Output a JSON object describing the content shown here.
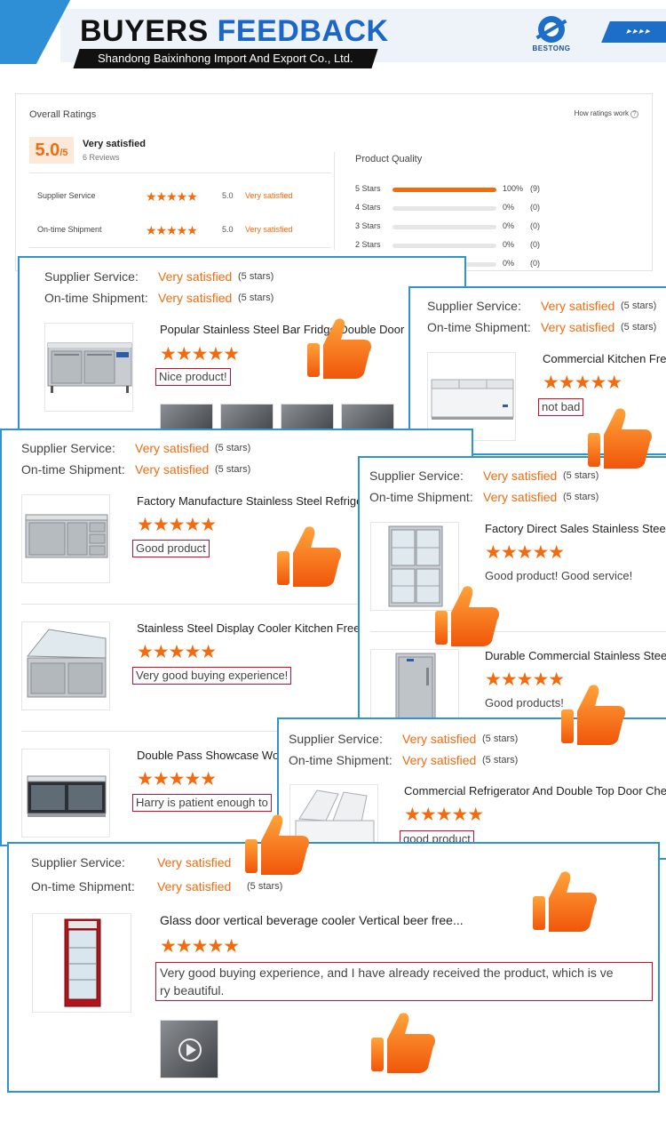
{
  "header": {
    "title_part1": "BUYERS",
    "title_part2": "FEEDBACK",
    "subtitle": "Shandong Baixinhong Import And Export Co., Ltd.",
    "logo_text": "BESTONG",
    "arrows": "▸▸▸▸"
  },
  "overview": {
    "title": "Overall Ratings",
    "how": "How ratings work",
    "score": "5.0",
    "score_max": "/5",
    "verdict": "Very satisfied",
    "reviews": "6 Reviews",
    "rows": [
      {
        "label": "Supplier Service",
        "stars": "★★★★★",
        "value": "5.0",
        "desc": "Very satisfied"
      },
      {
        "label": "On-time Shipment",
        "stars": "★★★★★",
        "value": "5.0",
        "desc": "Very satisfied"
      }
    ],
    "quality_title": "Product Quality",
    "bars": [
      {
        "label": "5 Stars",
        "pct": "100%",
        "count": "(9)",
        "fill": 1.0
      },
      {
        "label": "4 Stars",
        "pct": "0%",
        "count": "(0)",
        "fill": 0
      },
      {
        "label": "3 Stars",
        "pct": "0%",
        "count": "(0)",
        "fill": 0
      },
      {
        "label": "2 Stars",
        "pct": "0%",
        "count": "(0)",
        "fill": 0
      },
      {
        "label": "",
        "pct": "0%",
        "count": "(0)",
        "fill": 0
      }
    ]
  },
  "labels": {
    "supplier": "Supplier Service:",
    "shipment": "On-time Shipment:",
    "very_satisfied": "Very satisfied",
    "five_stars": "(5 stars)",
    "stars": "★★★★★"
  },
  "cards": {
    "c1": {
      "p1_name": "Popular Stainless Steel Bar Fridge Double Door",
      "p1_comment": "Nice product!"
    },
    "c2": {
      "p1_name": "Commercial Kitchen Freezer",
      "p1_comment": "not bad"
    },
    "c3": {
      "p1_name": "Factory Manufacture Stainless Steel Refrigerator",
      "p1_comment": "Good product",
      "p2_name": "Stainless Steel Display Cooler Kitchen Freezer",
      "p2_comment": "Very good buying experience!",
      "p3_name": "Double Pass Showcase Worktop",
      "p3_comment": "Harry is patient enough to"
    },
    "c4": {
      "p1_name": "Factory Direct Sales Stainless Steel",
      "p1_comment": "Good product! Good service!",
      "p2_name": "Durable Commercial Stainless Steel",
      "p2_comment": "Good products!"
    },
    "c5": {
      "p1_name": "Commercial Refrigerator And Double Top Door Chest",
      "p1_comment": "good product"
    },
    "c6": {
      "p1_name": "Glass door vertical beverage cooler Vertical beer free...",
      "p1_comment_l1": "Very good buying experience, and I have already received the product, which is ve",
      "p1_comment_l2": "ry beautiful."
    }
  },
  "colors": {
    "accent": "#f26b0f",
    "frame": "#2e93d3",
    "brand_blue": "#1a66c9",
    "comment_border": "#c8102e"
  }
}
